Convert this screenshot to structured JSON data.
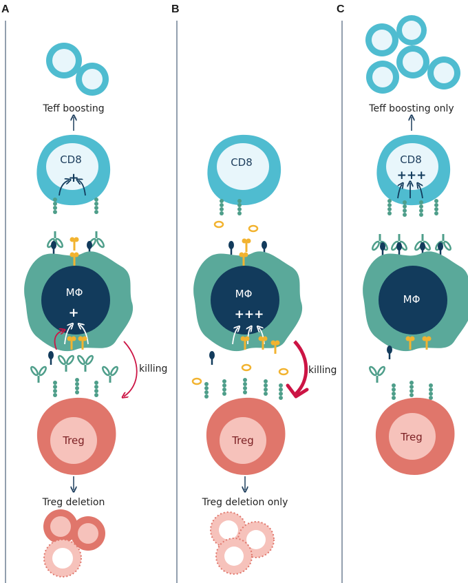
{
  "panels": {
    "a": {
      "label": "A",
      "top_caption": "Teff boosting",
      "bottom_caption": "Treg deletion",
      "cd8_label": "CD8",
      "mac_label": "MΦ",
      "treg_label": "Treg",
      "cd8_plus": "+",
      "mac_plus": "+",
      "killing_label": "killing"
    },
    "b": {
      "label": "B",
      "bottom_caption": "Treg deletion only",
      "cd8_label": "CD8",
      "mac_label": "MΦ",
      "treg_label": "Treg",
      "mac_plus": "+++",
      "killing_label": "killing"
    },
    "c": {
      "label": "C",
      "top_caption": "Teff boosting only",
      "cd8_label": "CD8",
      "mac_label": "MΦ",
      "treg_label": "Treg",
      "cd8_plus": "+++"
    }
  },
  "colors": {
    "teff_blue": "#4fbcd0",
    "teff_light": "#e8f6fb",
    "macrophage_green": "#5aa99a",
    "macrophage_nucleus": "#123b5c",
    "treg_red": "#e0766b",
    "treg_light": "#f6c2bb",
    "antibody_green": "#4e9e8a",
    "receptor_yellow": "#f2b330",
    "killing_arrow": "#cc1444",
    "divider": "#4a5f78"
  }
}
